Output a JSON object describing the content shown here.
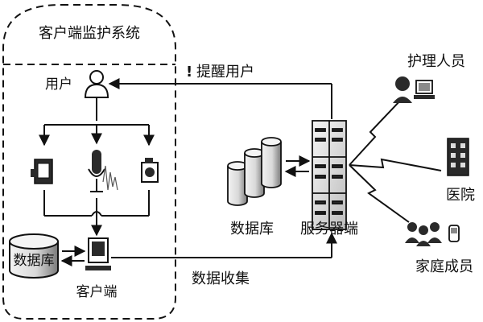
{
  "colors": {
    "stroke": "#111111",
    "background": "#ffffff",
    "cylinder_light": "#f2f2f2",
    "cylinder_dark": "#8a8a8a",
    "device_dark": "#2a2a2a"
  },
  "labels": {
    "client_system_title": "客户端监护系统",
    "user": "用户",
    "alert_mark": "!",
    "alert_user": "提醒用户",
    "nurse": "护理人员",
    "hospital": "医院",
    "family": "家庭成员",
    "server": "服务器端",
    "db_server": "数据库",
    "db_client": "数据库",
    "client": "客户端",
    "data_collect": "数据收集"
  },
  "icons": {
    "user": "user-icon",
    "camera_left": "camera-icon",
    "microphone": "microphone-icon",
    "camera_right": "camera-icon",
    "computer": "computer-icon",
    "server": "server-rack-icon",
    "nurse": "nurse-computer-icon",
    "hospital": "hospital-building-icon",
    "family": "family-group-icon",
    "wireless": "wireless-link-icon"
  }
}
